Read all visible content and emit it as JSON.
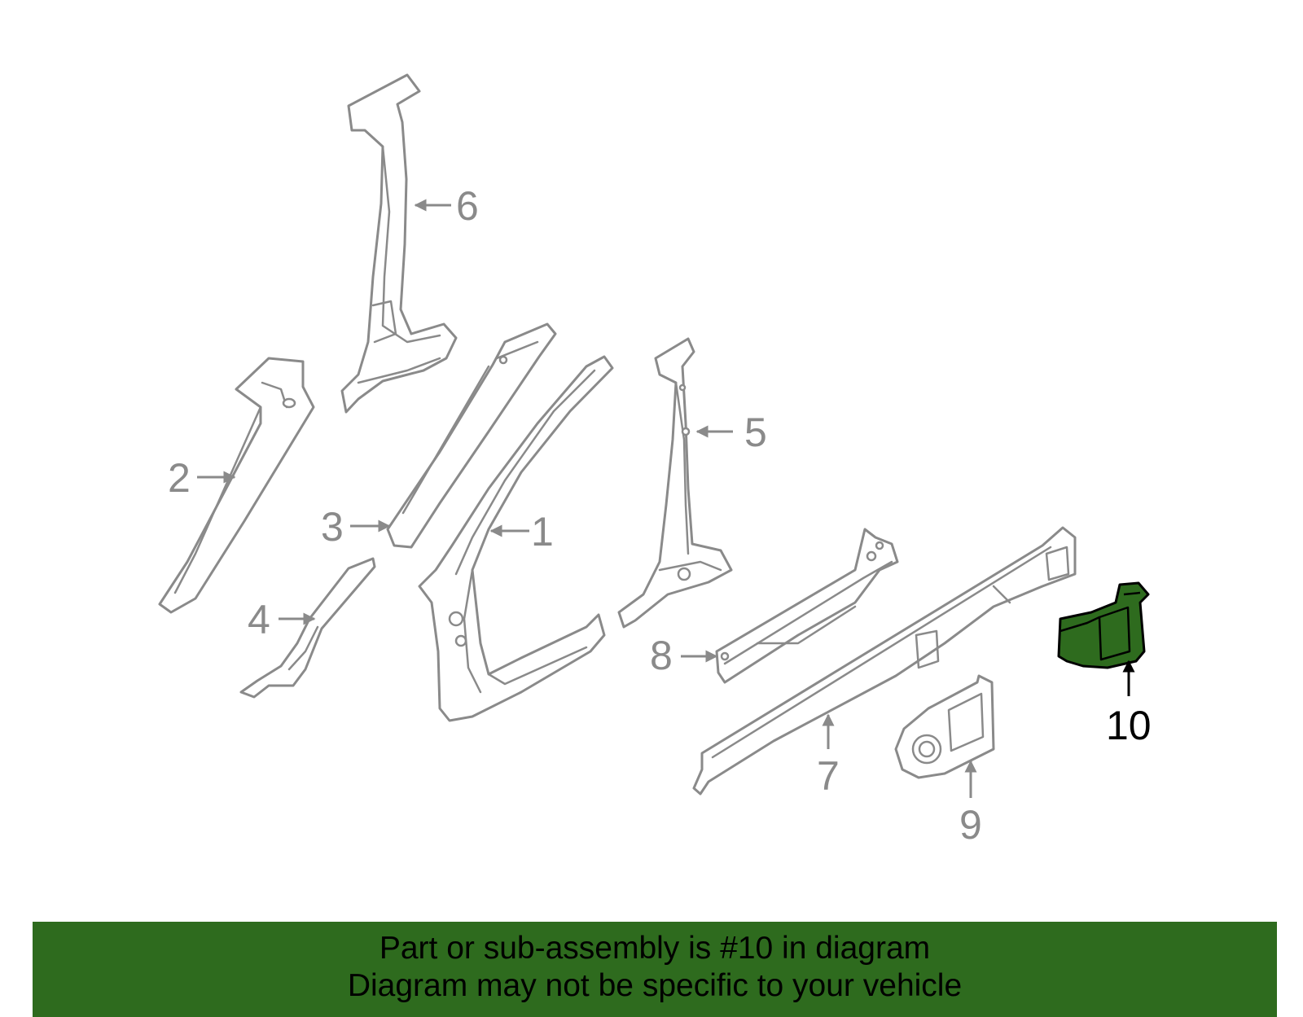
{
  "colors": {
    "highlight": "#2e6b1e",
    "part_outline": "#8a8a8a",
    "callout_text": "#8a8a8a",
    "highlight_outline": "#000000",
    "banner_background": "#2e6b1e",
    "banner_text": "#000000"
  },
  "diagram": {
    "highlighted_part": "10",
    "callouts": [
      {
        "id": "1",
        "label": "1"
      },
      {
        "id": "2",
        "label": "2"
      },
      {
        "id": "3",
        "label": "3"
      },
      {
        "id": "4",
        "label": "4"
      },
      {
        "id": "5",
        "label": "5"
      },
      {
        "id": "6",
        "label": "6"
      },
      {
        "id": "7",
        "label": "7"
      },
      {
        "id": "8",
        "label": "8"
      },
      {
        "id": "9",
        "label": "9"
      },
      {
        "id": "10",
        "label": "10"
      }
    ]
  },
  "banner": {
    "line1": "Part or sub-assembly is #10 in diagram",
    "line2": "Diagram may not be specific to your vehicle"
  }
}
